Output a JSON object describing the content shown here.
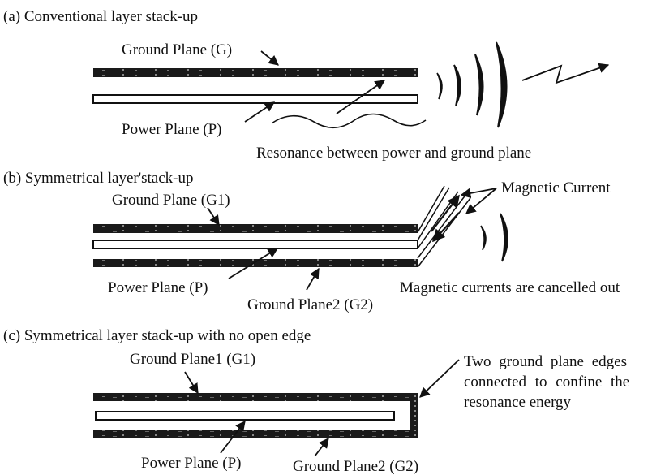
{
  "panel_a": {
    "title": "(a) Conventional layer stack-up",
    "ground_label": "Ground Plane (G)",
    "power_label": "Power Plane (P)",
    "caption": "Resonance between power and ground plane"
  },
  "panel_b": {
    "title": "(b) Symmetrical layer'stack-up",
    "ground1_label": "Ground Plane (G1)",
    "power_label": "Power Plane (P)",
    "ground2_label": "Ground Plane2 (G2)",
    "magnetic_label": "Magnetic Current",
    "caption": "Magnetic currents are cancelled out"
  },
  "panel_c": {
    "title": "(c) Symmetrical layer stack-up with no open edge",
    "ground1_label": "Ground Plane1 (G1)",
    "power_label": "Power Plane (P)",
    "ground2_label": "Ground Plane2 (G2)",
    "note_line1": "Two ground plane edges",
    "note_line2": "connected to confine the",
    "note_line3": "resonance energy"
  },
  "colors": {
    "ink": "#111111",
    "plane_dark": "#1a1a1a",
    "plane_light": "#ffffff"
  }
}
